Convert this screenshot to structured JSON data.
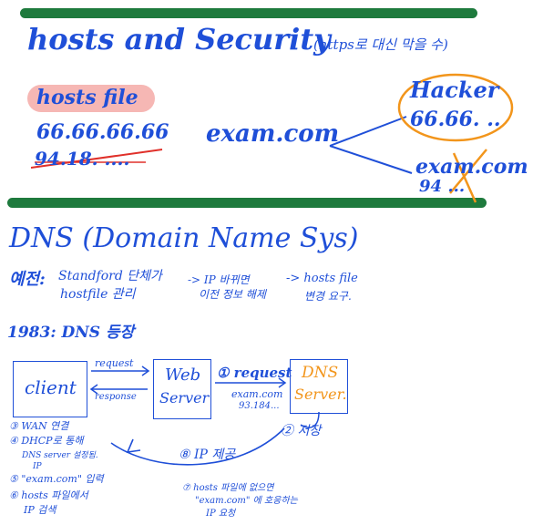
{
  "colors": {
    "ink": "#1f4fd8",
    "green_bar": "#1e7a3d",
    "orange": "#f2951b",
    "red": "#e0302a",
    "pink": "#f6b7b4"
  },
  "section1": {
    "title": "hosts and Security",
    "title_note": "(https로 대신 막을 수)",
    "hosts_file_label": "hosts file",
    "ip_good": "66.66.66.66",
    "ip_bad": "94.18. ....",
    "domain": "exam.com",
    "hacker_label": "Hacker",
    "hacker_ip": "66.66. ..",
    "fake_domain": "exam.com",
    "fake_ip": "94 ..."
  },
  "section2": {
    "title": "DNS (Domain Name Sys)",
    "past_label": "예전:",
    "past_line1": "Standford 단체가",
    "past_line2": "hostfile 관리",
    "step_ip_change_1": "-> IP 바뀌면",
    "step_ip_change_2": "이전 정보 해제",
    "step_hosts_1": "-> hosts file",
    "step_hosts_2": "변경 요구.",
    "year_title": "1983: DNS 등장"
  },
  "diagram": {
    "client_label": "client",
    "web_server_line1": "Web",
    "web_server_line2": "Server",
    "dns_server_line1": "DNS",
    "dns_server_line2": "Server.",
    "request_label": "request",
    "response_label": "response",
    "dns_request_label": "① request",
    "dns_request_domain": "exam.com",
    "dns_request_ip": "93.184...",
    "store_label": "② 저장",
    "ip_provide_label": "⑧ IP 제공",
    "client_steps": [
      "③ WAN 연결",
      "④ DHCP로 통해",
      "DNS server 설정됨.",
      "IP",
      "⑤ \"exam.com\" 입력",
      "⑥ hosts 파일에서",
      "IP 검색"
    ],
    "bottom_steps": [
      "⑦ hosts 파일에 없으면",
      "\"exam.com\" 에 호응하는",
      "IP 요청"
    ]
  }
}
